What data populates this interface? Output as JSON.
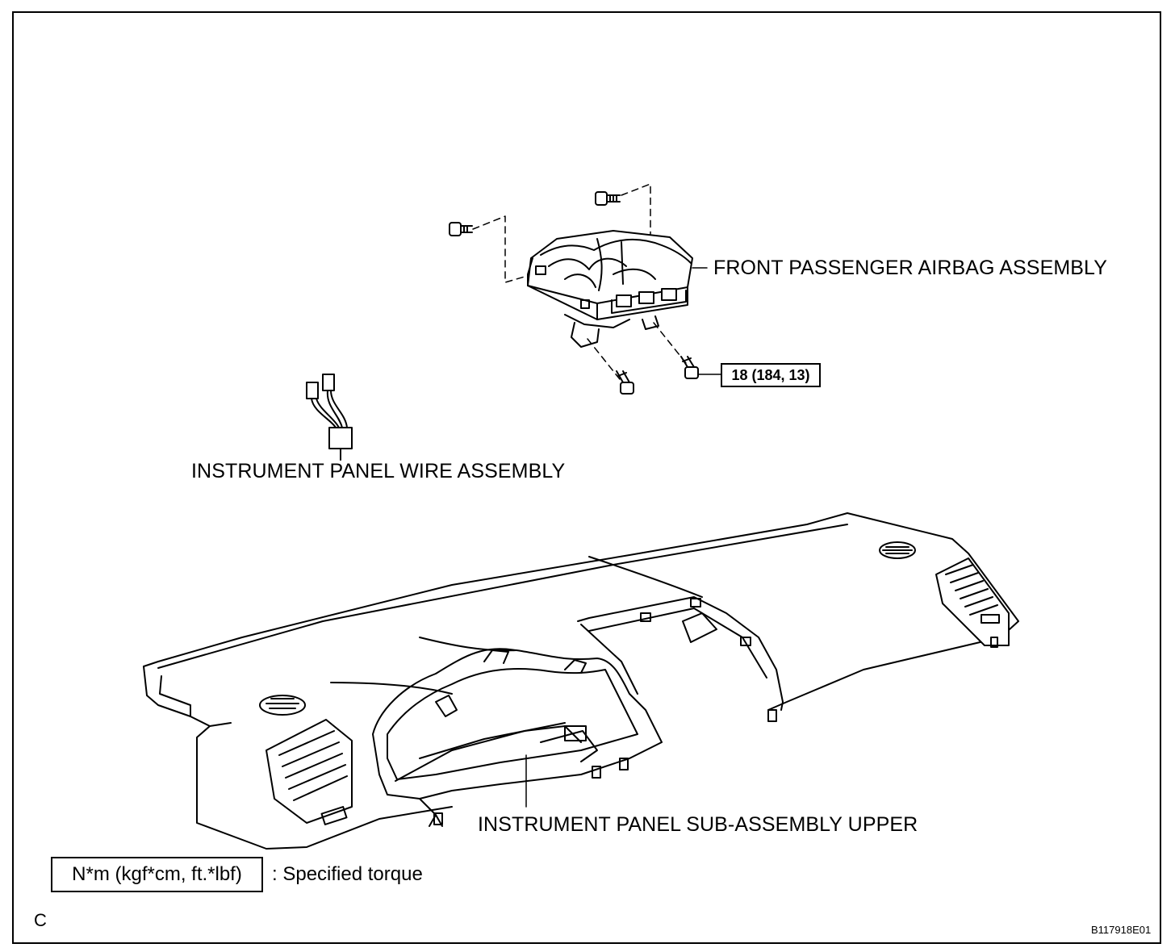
{
  "labels": {
    "airbag": "FRONT PASSENGER AIRBAG ASSEMBLY",
    "torque_value": "18 (184, 13)",
    "wire": "INSTRUMENT PANEL WIRE ASSEMBLY",
    "panel": "INSTRUMENT PANEL SUB-ASSEMBLY UPPER"
  },
  "legend": {
    "units": "N*m (kgf*cm, ft.*lbf)",
    "meaning": ": Specified torque"
  },
  "corner_letter": "C",
  "figure_code": "B117918E01"
}
